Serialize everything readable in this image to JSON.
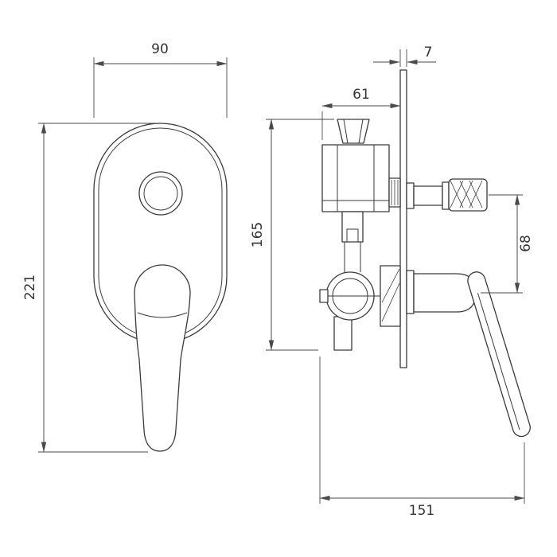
{
  "drawing": {
    "background_color": "#ffffff",
    "line_color": "#3a3a3a",
    "dimension_color": "#4a4a4a",
    "text_color": "#333333",
    "dimensions": {
      "front_plate_width": "90",
      "front_total_height": "221",
      "wall_plate_thickness": "7",
      "body_depth_from_plate": "61",
      "valve_body_height": "165",
      "outlet_to_handle_spacing": "68",
      "overall_depth": "151"
    }
  }
}
